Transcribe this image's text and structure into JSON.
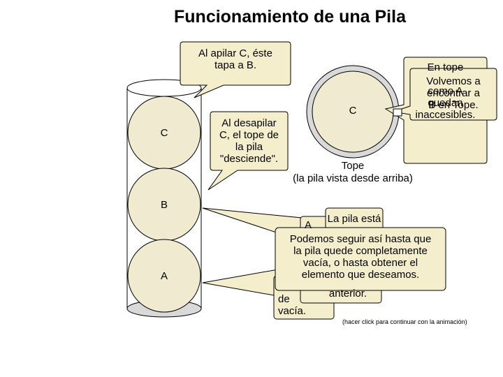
{
  "title": "Funcionamiento de una Pila",
  "stack": {
    "top_label": "C",
    "middle_label": "B",
    "bottom_label": "A"
  },
  "top_view": {
    "disk_label": "C",
    "caption_line1": "Tope",
    "caption_line2": "(la pila vista desde arriba)"
  },
  "callouts": {
    "push": "Al apilar C, éste\ntapa a B.",
    "pop": "Al desapilar\nC, el tope de\nla pila\n\"desciende\".",
    "top_back": "En tope\n\ncomo A\nquedan\ninaccesibles.",
    "top_front": "Volvemos a\nencontrar a\nB en Tope.",
    "empty_back1": "A",
    "empty_back2": "La pila está",
    "empty_back3": "anterior.",
    "empty_back4": "de\nvacía.",
    "final": "Podemos seguir así hasta que\nla pila quede completamente\nvacía, o hasta obtener el\nelemento que deseamos."
  },
  "footer_note": "(hacer click para continuar con la animación)",
  "colors": {
    "disk_fill": "#f0ead0",
    "callout_fill": "#f4eecc",
    "ring_fill": "#d9d9d9",
    "stroke": "#000000"
  }
}
